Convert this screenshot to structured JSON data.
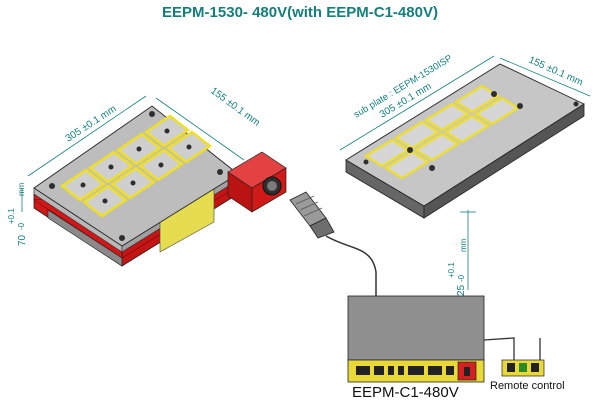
{
  "title": "EEPM-1530- 480V(with EEPM-C1-480V)",
  "left_magnet": {
    "dim_length": "305 ±0.1 mm",
    "dim_width": "155 ±0.1 mm",
    "dim_height_value": "70",
    "dim_height_tol_plus": "+0.1",
    "dim_height_tol_minus": "-0",
    "dim_height_unit": "mm"
  },
  "sub_plate": {
    "label": "sub plate : EEPM-1530ISP",
    "dim_length": "305 ±0.1 mm",
    "dim_width": "155 ±0.1 mm",
    "dim_height_value": "25",
    "dim_height_tol_plus": "+0.1",
    "dim_height_tol_minus": "-0",
    "dim_height_unit": "mm"
  },
  "controller": {
    "label": "EEPM-C1-480V"
  },
  "remote": {
    "label": "Remote control"
  },
  "colors": {
    "accent_text": "#14807c",
    "magnet_red": "#d42020",
    "pole_yellow": "#f0e020",
    "controller_gray": "#8f8f8f"
  }
}
